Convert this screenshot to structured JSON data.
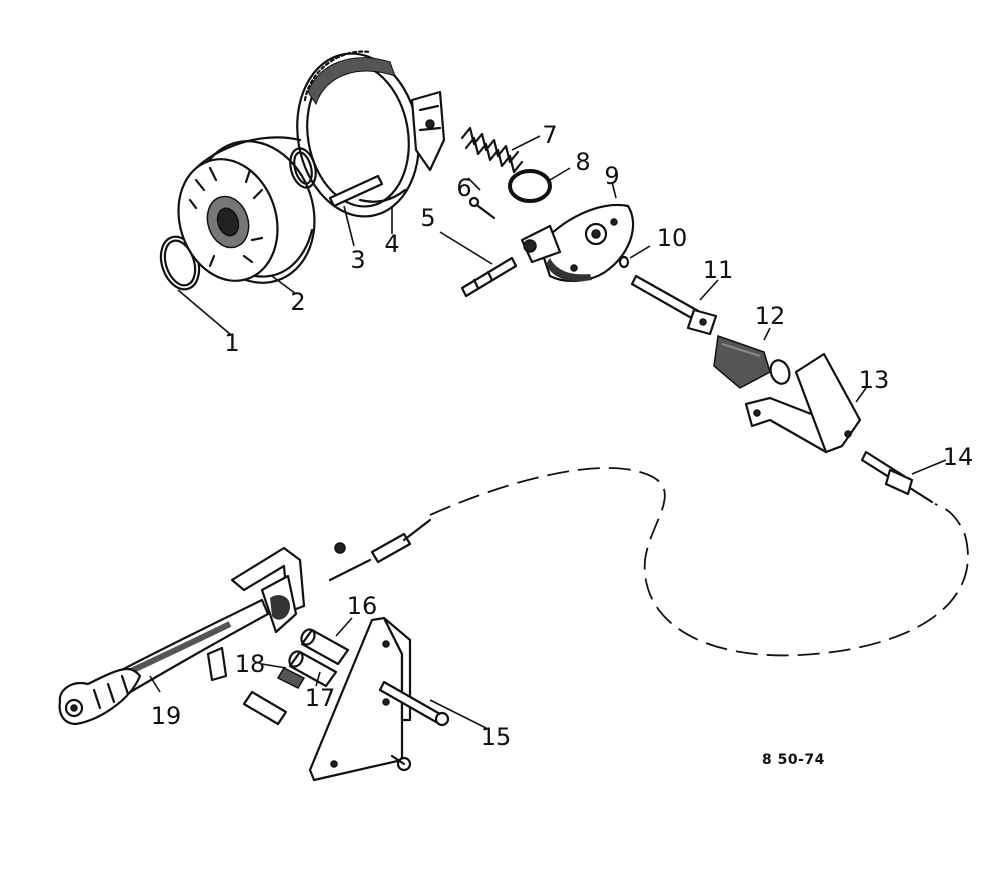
{
  "diagram": {
    "drawing_code": "8 50-74",
    "callouts": [
      {
        "id": "part-1",
        "label": "1"
      },
      {
        "id": "part-2",
        "label": "2"
      },
      {
        "id": "part-3",
        "label": "3"
      },
      {
        "id": "part-4",
        "label": "4"
      },
      {
        "id": "part-5",
        "label": "5"
      },
      {
        "id": "part-6",
        "label": "6"
      },
      {
        "id": "part-7",
        "label": "7"
      },
      {
        "id": "part-8",
        "label": "8"
      },
      {
        "id": "part-9",
        "label": "9"
      },
      {
        "id": "part-10",
        "label": "10"
      },
      {
        "id": "part-11",
        "label": "11"
      },
      {
        "id": "part-12",
        "label": "12"
      },
      {
        "id": "part-13",
        "label": "13"
      },
      {
        "id": "part-14",
        "label": "14"
      },
      {
        "id": "part-15",
        "label": "15"
      },
      {
        "id": "part-16",
        "label": "16"
      },
      {
        "id": "part-17",
        "label": "17"
      },
      {
        "id": "part-18",
        "label": "18"
      },
      {
        "id": "part-19",
        "label": "19"
      }
    ]
  }
}
